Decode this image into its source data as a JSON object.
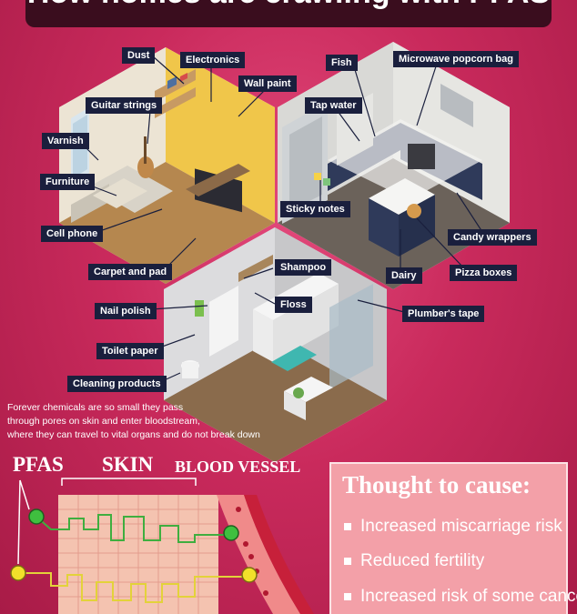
{
  "title": "How homes are crawling with PFAS",
  "labels": {
    "dust": "Dust",
    "electronics": "Electronics",
    "wall_paint": "Wall paint",
    "guitar_strings": "Guitar strings",
    "varnish": "Varnish",
    "furniture": "Furniture",
    "cell_phone": "Cell phone",
    "carpet": "Carpet and pad",
    "fish": "Fish",
    "popcorn": "Microwave popcorn bag",
    "tap_water": "Tap water",
    "sticky_notes": "Sticky notes",
    "candy": "Candy wrappers",
    "dairy": "Dairy",
    "pizza": "Pizza boxes",
    "shampoo": "Shampoo",
    "floss": "Floss",
    "nail_polish": "Nail polish",
    "plumbers_tape": "Plumber's tape",
    "toilet_paper": "Toilet paper",
    "cleaning": "Cleaning products"
  },
  "intro": {
    "line1": "Forever chemicals are so small they pass",
    "line2": "through pores on skin and enter bloodstream,",
    "line3": "where they can travel to vital organs and do not break down"
  },
  "diagram": {
    "pfas": "PFAS",
    "skin": "SKIN",
    "blood_vessel": "BLOOD VESSEL"
  },
  "cause": {
    "title": "Thought to cause:",
    "items": [
      "Increased miscarriage risk",
      "Reduced fertility",
      "Increased risk of some cancers"
    ]
  },
  "colors": {
    "background": "#c92a5c",
    "label_bg": "#1a1f3d",
    "cause_box": "#f3a0a8"
  }
}
